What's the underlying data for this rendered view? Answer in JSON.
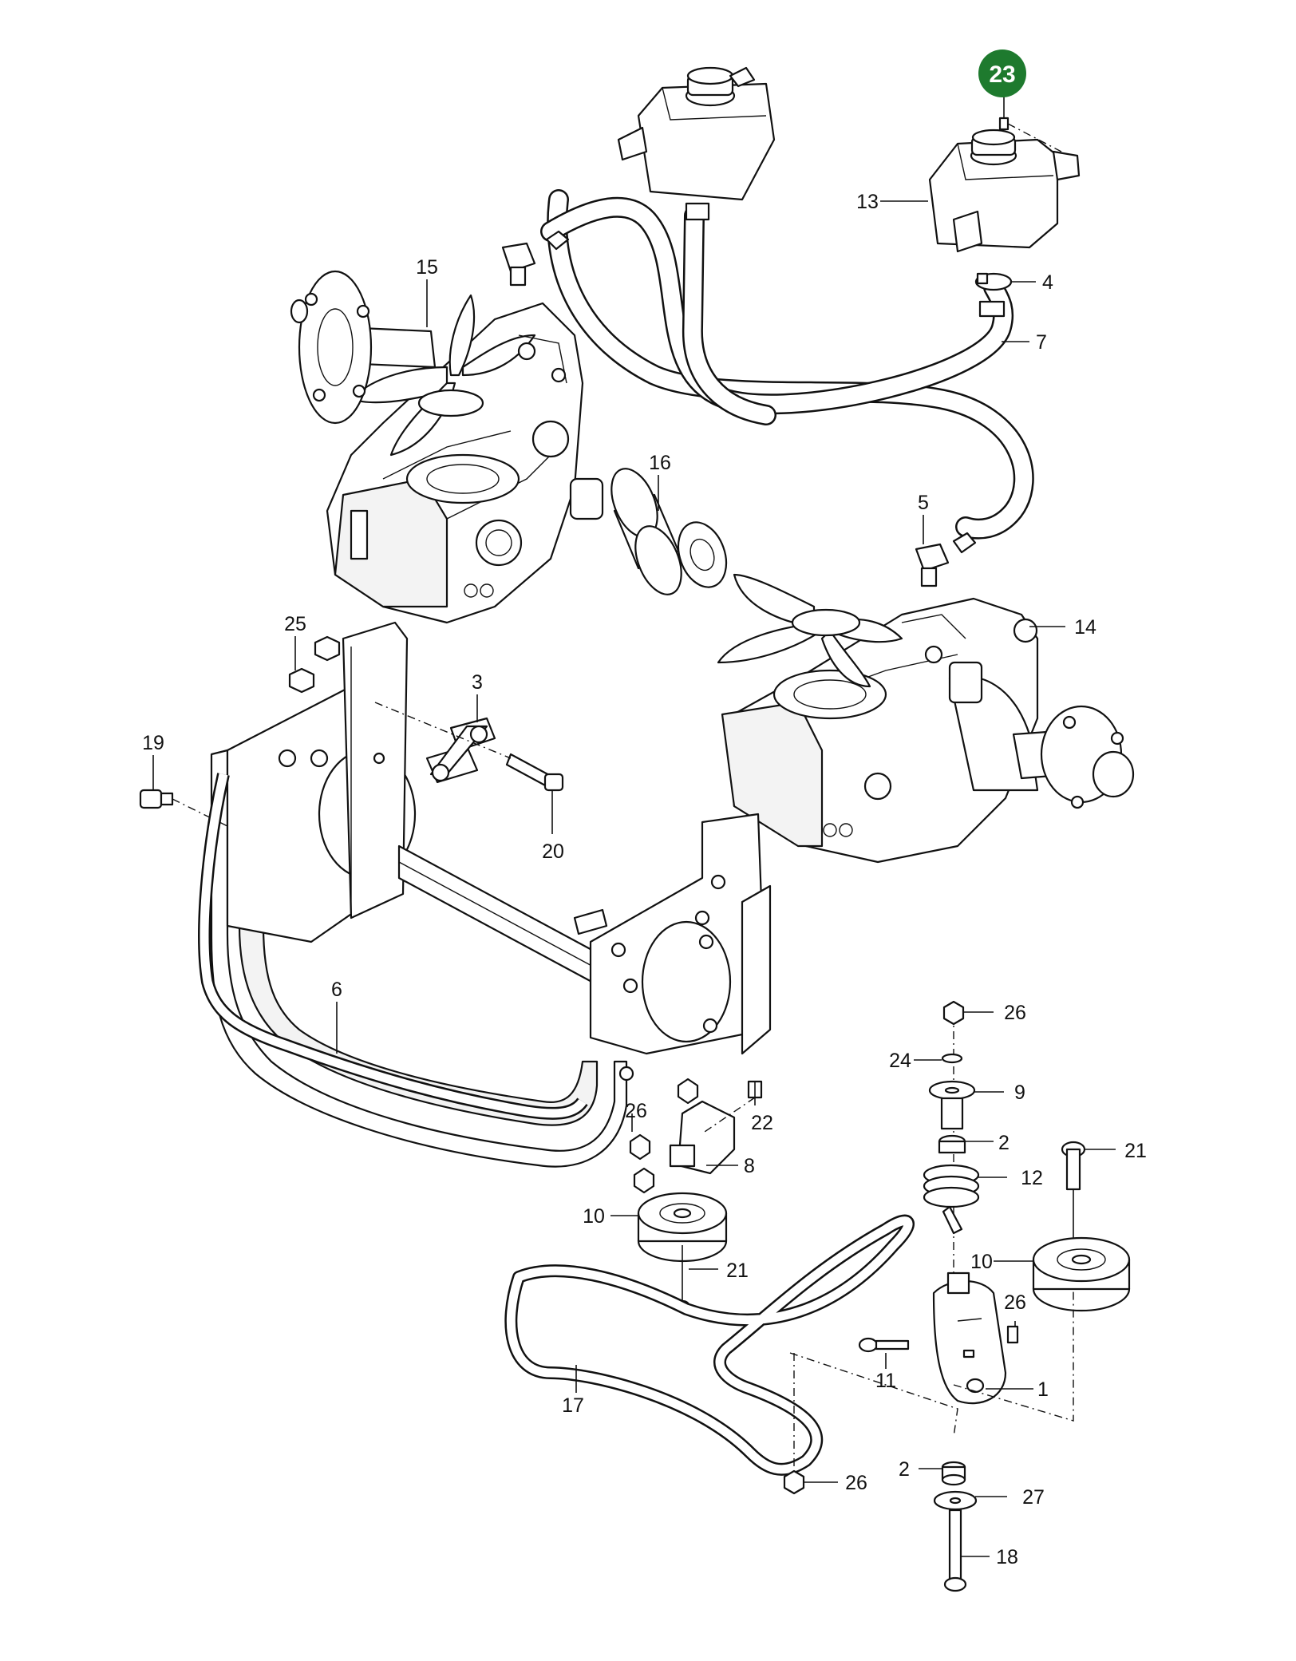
{
  "highlight": {
    "label": "23",
    "color": "#1e7a2e"
  },
  "callouts": {
    "c13": "13",
    "c4": "4",
    "c7": "7",
    "c15": "15",
    "c16": "16",
    "c5": "5",
    "c14": "14",
    "c25": "25",
    "c3": "3",
    "c19": "19",
    "c20": "20",
    "c6": "6",
    "c26a": "26",
    "c24": "24",
    "c9": "9",
    "c2a": "2",
    "c21a": "21",
    "c12": "12",
    "c22": "22",
    "c26b": "26",
    "c8": "8",
    "c10a": "10",
    "c21b": "21",
    "c10b": "10",
    "c26c": "26",
    "c11": "11",
    "c1": "1",
    "c17": "17",
    "c2b": "2",
    "c26d": "26",
    "c27": "27",
    "c18": "18"
  }
}
